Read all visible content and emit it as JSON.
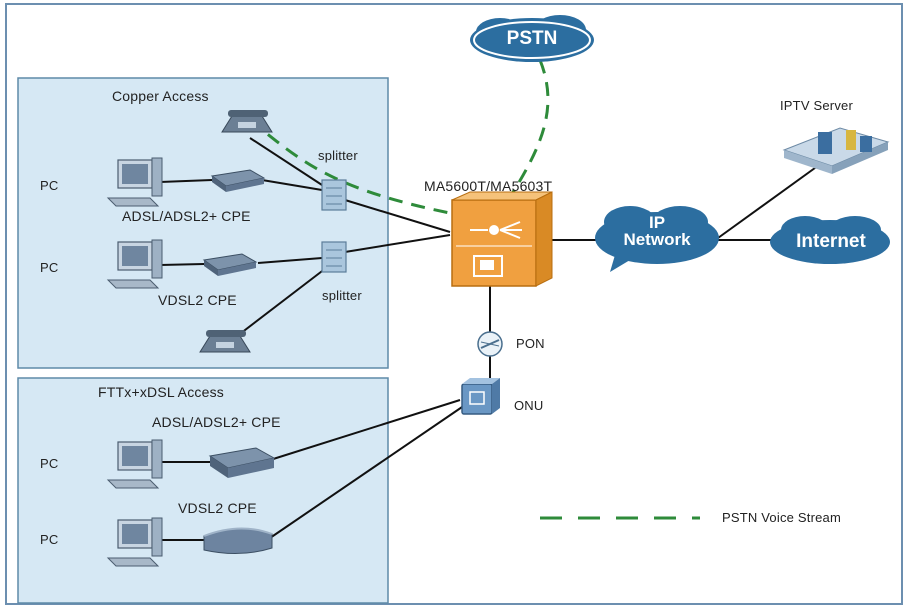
{
  "regions": {
    "copper_access": "Copper Access",
    "fttx_access": "FTTx+xDSL Access"
  },
  "devices": {
    "ma5600t": "MA5600T/MA5603T",
    "iptv_server": "IPTV Server",
    "pon": "PON",
    "onu": "ONU",
    "splitter_top": "splitter",
    "splitter_bottom": "splitter"
  },
  "clouds": {
    "pstn": "PSTN",
    "ip_network_line1": "IP",
    "ip_network_line2": "Network",
    "internet": "Internet"
  },
  "copper": {
    "pc_top": "PC",
    "pc_mid": "PC",
    "adsl_cpe": "ADSL/ADSL2+ CPE",
    "vdsl_cpe": "VDSL2 CPE"
  },
  "fttx": {
    "adsl_cpe": "ADSL/ADSL2+ CPE",
    "vdsl_cpe": "VDSL2 CPE",
    "pc_top": "PC",
    "pc_bottom": "PC"
  },
  "legend": {
    "pstn_voice": "PSTN Voice Stream"
  },
  "colors": {
    "region_fill": "#d6e8f4",
    "region_border": "#5f8aa8",
    "cloud": "#2c6ea0",
    "olt_orange": "#f0a040",
    "voice_dash": "#2e8b3a",
    "link": "#111111"
  }
}
